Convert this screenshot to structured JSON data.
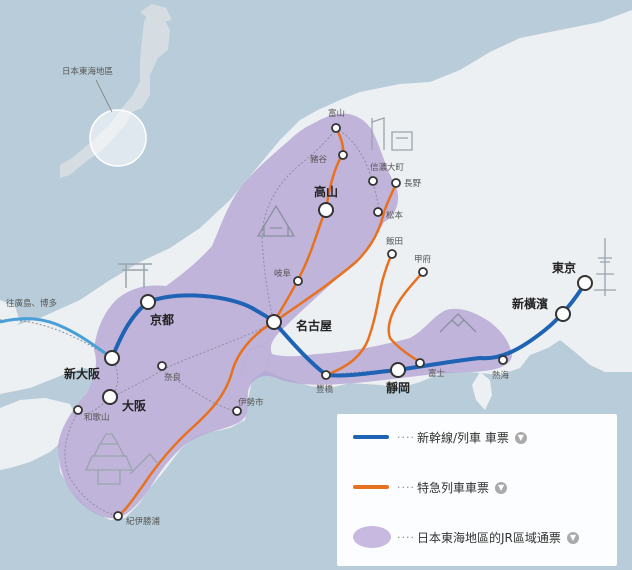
{
  "inset": {
    "label": "日本東海地區"
  },
  "regional_label": "往廣島、博多",
  "stations": {
    "toyama": "富山",
    "inotani": "豬谷",
    "shinanoomachi": "信濃大町",
    "nagano": "長野",
    "takayama": "高山",
    "matsumoto": "松本",
    "iida": "飯田",
    "kofu": "甲府",
    "gifu": "岐阜",
    "tokyo": "東京",
    "shinyokohama": "新橫濱",
    "kyoto": "京都",
    "nagoya": "名古屋",
    "shinosaka": "新大阪",
    "osaka": "大阪",
    "nara": "奈良",
    "wakayama": "和歌山",
    "iseshi": "伊勢市",
    "toyohashi": "豐橋",
    "shizuoka": "靜岡",
    "fuji": "富士",
    "atami": "熱海",
    "kiikatsuura": "紀伊勝浦"
  },
  "legend": {
    "dots": "····",
    "shinkansen": "新幹線/列車 車票",
    "limited_express": "特急列車車票",
    "area_pass": "日本東海地區的JR區域通票",
    "chevron": "▼"
  },
  "colors": {
    "sea": "#b8cdd9",
    "land": "#ecf0f2",
    "shinkansen": "#1f63b4",
    "limited_express": "#e8711f",
    "area": "#b5a3d3",
    "other_rail": "#4a9fd6"
  }
}
